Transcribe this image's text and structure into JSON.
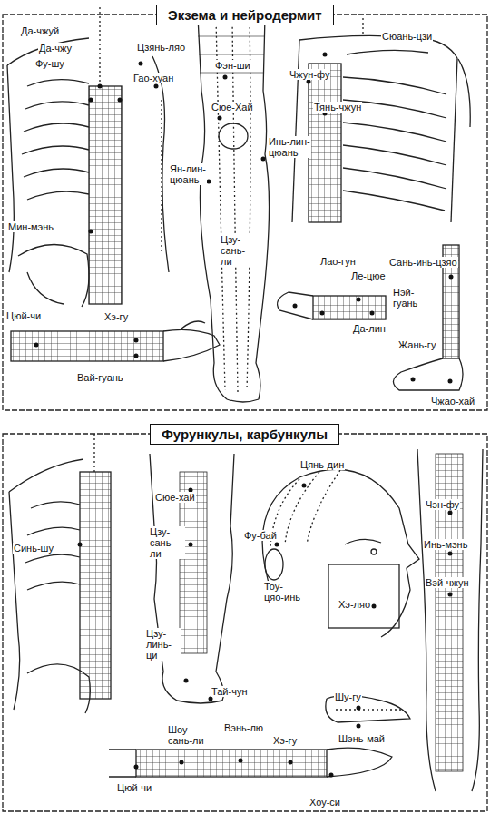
{
  "diagram": {
    "nodes": [
      {
        "text": [
          "Экзема и нейродермит"
        ]
      },
      {
        "text": [
          "Фурункулы, карбункулы"
        ]
      }
    ],
    "labels": [
      "Да-чжуй",
      "Да-чжу",
      "Фу-шу",
      "Цзянь-ляо",
      "Гао-хуан",
      "Фэн-ши",
      "Сюе-Хай",
      "Ян-лин-цюань",
      "Инь-лин-цюань",
      "Мин-мэнь",
      "Цзу-сань-ли",
      "Чжун-фу",
      "Сюань-цзи",
      "Тянь-чжун",
      "Лао-гун",
      "Ле-цюе",
      "Сань-инь-цзяо",
      "Нэй-гуань",
      "Да-лин",
      "Жань-гу",
      "Чжао-хай",
      "Цюй-чи",
      "Хэ-гу",
      "Вай-гуань",
      "Сюе-хай",
      "Цянь-дин",
      "Чэн-фу",
      "Инь-мэнь",
      "Вэй-чжун",
      "Синь-шу",
      "Цзу-сань-ли",
      "Фу-бай",
      "Тоу-цяо-инь",
      "Хэ-ляо",
      "Цзу-линь-ци",
      "Тай-чун",
      "Шу-гу",
      "Шоу-сань-ли",
      "Вэнь-лю",
      "Хэ-гу",
      "Шэнь-май",
      "Цюй-чи",
      "Хоу-си"
    ]
  }
}
